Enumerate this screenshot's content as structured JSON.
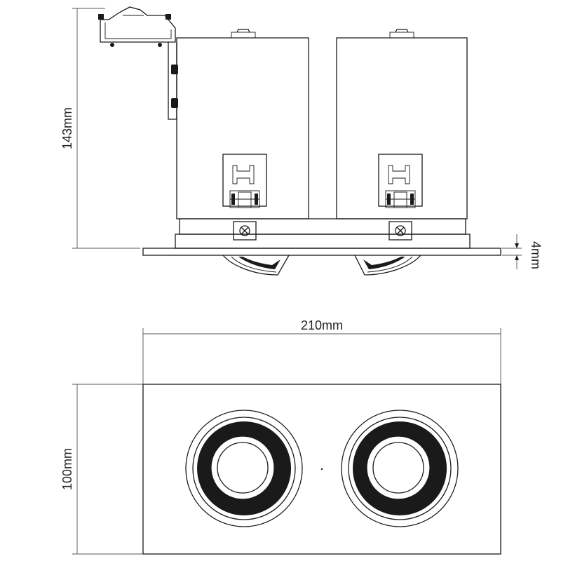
{
  "dimensions": {
    "height_label": "143mm",
    "lip_label": "4mm",
    "width_label": "210mm",
    "depth_label": "100mm"
  },
  "line_color": "#1a1a1a",
  "background": "#ffffff"
}
